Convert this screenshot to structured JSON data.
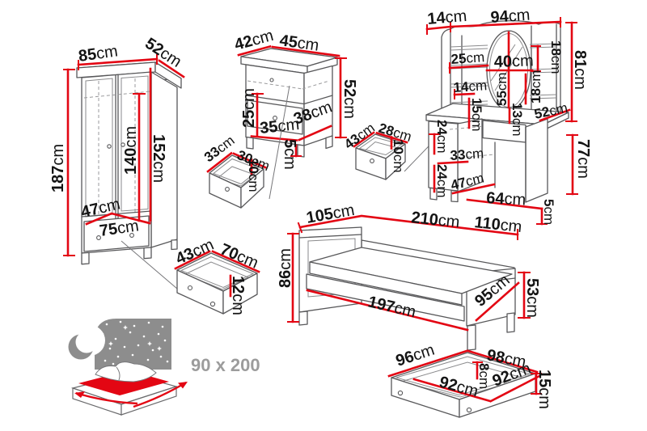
{
  "title": "bedroom furniture set dimension diagram",
  "unit": "cm",
  "colors": {
    "dimension_red": "#e30613",
    "outline_gray": "#58585a",
    "label_black": "#141414",
    "icon_gray": "#8d8d8d",
    "size_label_gray": "#9c9c9c"
  },
  "wardrobe": {
    "width": {
      "v": "85",
      "u": "cm"
    },
    "depth": {
      "v": "52",
      "u": "cm"
    },
    "height": {
      "v": "187",
      "u": "cm"
    },
    "inner_height": {
      "v": "140",
      "u": "cm"
    },
    "front_height": {
      "v": "152",
      "u": "cm"
    },
    "base_depth": {
      "v": "47",
      "u": "cm"
    },
    "base_width": {
      "v": "75",
      "u": "cm"
    }
  },
  "nightstand": {
    "depth": {
      "v": "42",
      "u": "cm"
    },
    "width": {
      "v": "45",
      "u": "cm"
    },
    "height": {
      "v": "52",
      "u": "cm"
    },
    "niche_height": {
      "v": "25",
      "u": "cm"
    },
    "niche_width": {
      "v": "35",
      "u": "cm"
    },
    "niche_depth": {
      "v": "38",
      "u": "cm"
    },
    "leg_height": {
      "v": "5",
      "u": "cm"
    }
  },
  "drawer_small_left": {
    "depth": {
      "v": "33",
      "u": "cm"
    },
    "width": {
      "v": "30",
      "u": "cm"
    },
    "height": {
      "v": "10",
      "u": "cm"
    }
  },
  "drawer_small_right": {
    "depth": {
      "v": "43",
      "u": "cm"
    },
    "width": {
      "v": "28",
      "u": "cm"
    },
    "height": {
      "v": "10",
      "u": "cm"
    }
  },
  "dressing_table": {
    "top_depth": {
      "v": "14",
      "u": "cm"
    },
    "hutch_width": {
      "v": "94",
      "u": "cm"
    },
    "shelf_depth": {
      "v": "25",
      "u": "cm"
    },
    "mirror_width": {
      "v": "40",
      "u": "cm"
    },
    "shelf_gap_right_top": {
      "v": "18",
      "u": "cm"
    },
    "hutch_height": {
      "v": "81",
      "u": "cm"
    },
    "shelf_depth_lower": {
      "v": "14",
      "u": "cm"
    },
    "mirror_height": {
      "v": "55",
      "u": "cm"
    },
    "shelf_gap_right_bottom": {
      "v": "18",
      "u": "cm"
    },
    "mirror_bottom_gap": {
      "v": "13",
      "u": "cm"
    },
    "desk_depth": {
      "v": "52",
      "u": "cm"
    },
    "shelf_gap_left": {
      "v": "15",
      "u": "cm"
    },
    "drawer_depth_upper": {
      "v": "24",
      "u": "cm"
    },
    "drawer_width": {
      "v": "33",
      "u": "cm"
    },
    "drawer_depth_lower": {
      "v": "24",
      "u": "cm"
    },
    "cabinet_depth": {
      "v": "47",
      "u": "cm"
    },
    "kneehole_width": {
      "v": "64",
      "u": "cm"
    },
    "foot_height": {
      "v": "5",
      "u": "cm"
    },
    "desk_height": {
      "v": "77",
      "u": "cm"
    },
    "desk_width": {
      "v": "110",
      "u": "cm"
    }
  },
  "bed": {
    "headboard_width": {
      "v": "105",
      "u": "cm"
    },
    "length": {
      "v": "210",
      "u": "cm"
    },
    "headboard_height": {
      "v": "86",
      "u": "cm"
    },
    "side_length": {
      "v": "197",
      "u": "cm"
    },
    "width": {
      "v": "95",
      "u": "cm"
    },
    "footboard_height": {
      "v": "53",
      "u": "cm"
    }
  },
  "underbed_drawer": {
    "depth": {
      "v": "96",
      "u": "cm"
    },
    "width": {
      "v": "98",
      "u": "cm"
    },
    "inner_depth": {
      "v": "92",
      "u": "cm"
    },
    "wall_top": {
      "v": "8",
      "u": "cm"
    },
    "inner_width": {
      "v": "92",
      "u": "cm"
    },
    "height": {
      "v": "15",
      "u": "cm"
    }
  },
  "wardrobe_drawer": {
    "depth": {
      "v": "43",
      "u": "cm"
    },
    "width": {
      "v": "70",
      "u": "cm"
    },
    "height": {
      "v": "12",
      "u": "cm"
    }
  },
  "mattress_icon": {
    "label": "90 x 200"
  }
}
